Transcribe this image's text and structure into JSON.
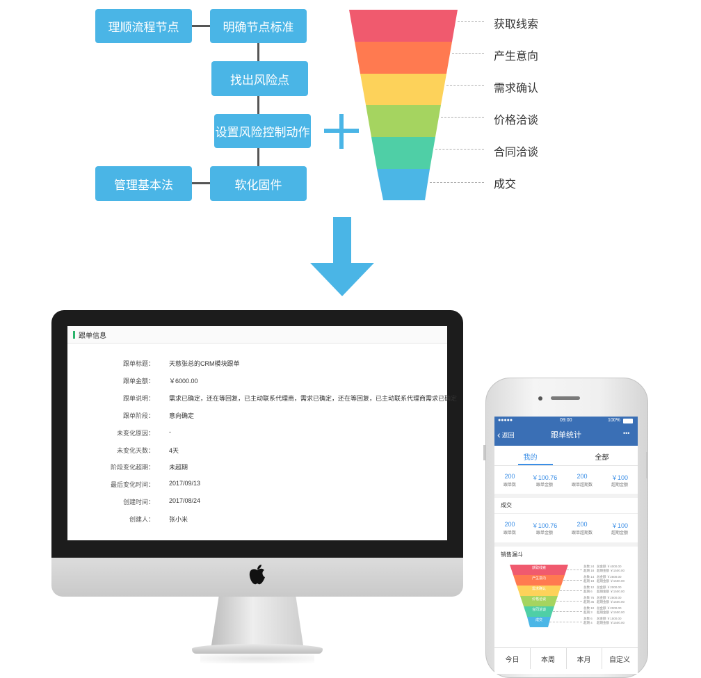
{
  "flow": {
    "nodes": [
      {
        "id": "n1",
        "label": "理顺流程节点"
      },
      {
        "id": "n2",
        "label": "明确节点标准"
      },
      {
        "id": "n3",
        "label": "找出风险点"
      },
      {
        "id": "n4",
        "label": "设置风险控制动作"
      },
      {
        "id": "n5",
        "label": "软化固件"
      },
      {
        "id": "n6",
        "label": "管理基本法"
      }
    ],
    "plus": "+"
  },
  "funnel": {
    "stages": [
      {
        "label": "获取线索",
        "color": "#f05a6e"
      },
      {
        "label": "产生意向",
        "color": "#ff7a50"
      },
      {
        "label": "需求确认",
        "color": "#fdd25a"
      },
      {
        "label": "价格洽谈",
        "color": "#a5d460"
      },
      {
        "label": "合同洽谈",
        "color": "#4fcfa6"
      },
      {
        "label": "成交",
        "color": "#4bb6e6"
      }
    ]
  },
  "colors": {
    "accent": "#4ab5e6",
    "arrow": "#4ab5e6",
    "nav": "#3a6fb5",
    "link": "#3a8ee6"
  },
  "monitor": {
    "section_title": "跟单信息",
    "rows": [
      {
        "label": "跟单标题：",
        "value": "天慈张总的CRM模块跟单"
      },
      {
        "label": "跟单金额：",
        "value": "￥6000.00"
      },
      {
        "label": "跟单说明：",
        "value": "需求已确定，还在等回复，已主动联系代理商，需求已确定，还在等回复，已主动联系代理商需求已确定"
      },
      {
        "label": "跟单阶段：",
        "value": "意向确定"
      },
      {
        "label": "未变化原因：",
        "value": "-"
      },
      {
        "label": "未变化天数：",
        "value": "4天"
      },
      {
        "label": "阶段变化超期：",
        "value": "未超期"
      },
      {
        "label": "最后变化时间：",
        "value": "2017/09/13"
      },
      {
        "label": "创建时间：",
        "value": "2017/08/24"
      },
      {
        "label": "创建人：",
        "value": "张小米"
      }
    ],
    "logo_icon": "apple-logo-icon"
  },
  "phone": {
    "status": {
      "signal": "●●●●●",
      "time": "09:00",
      "battery": "100%"
    },
    "nav": {
      "back": "返回",
      "title": "跟单统计",
      "more": "•••"
    },
    "tabs": [
      {
        "label": "我的",
        "active": true
      },
      {
        "label": "全部",
        "active": false
      }
    ],
    "stats_mine": [
      {
        "value": "200",
        "caption": "跟单数"
      },
      {
        "value": "￥100.76",
        "caption": "跟单金额"
      },
      {
        "value": "200",
        "caption": "跟单超期数"
      },
      {
        "value": "￥100",
        "caption": "超期金额"
      }
    ],
    "deal_title": "成交",
    "stats_deal": [
      {
        "value": "200",
        "caption": "跟单数"
      },
      {
        "value": "￥100.76",
        "caption": "跟单金额"
      },
      {
        "value": "200",
        "caption": "跟单超期数"
      },
      {
        "value": "￥100",
        "caption": "超期金额"
      }
    ],
    "funnel_title": "销售漏斗",
    "mini_funnel": [
      {
        "label": "获取线索",
        "l1": "总数 24",
        "l2": "超期 18",
        "r1": "总金额 ￥4000.00",
        "r2": "超期金额 ￥1500.00"
      },
      {
        "label": "产生意向",
        "l1": "总数 14",
        "l2": "超期 18",
        "r1": "总金额 ￥2500.00",
        "r2": "超期金额 ￥1500.00"
      },
      {
        "label": "需求确认",
        "l1": "总数 12",
        "l2": "超期 6",
        "r1": "总金额 ￥2000.00",
        "r2": "超期金额 ￥1500.00"
      },
      {
        "label": "价格洽谈",
        "l1": "总数 76",
        "l2": "超期 35",
        "r1": "总金额 ￥2500.00",
        "r2": "超期金额 ￥1500.00"
      },
      {
        "label": "合同洽谈",
        "l1": "总数 10",
        "l2": "超期 3",
        "r1": "总金额 ￥2000.00",
        "r2": "超期金额 ￥1500.00"
      },
      {
        "label": "成交",
        "l1": "总数 6",
        "l2": "超期 4",
        "r1": "总金额 ￥1500.00",
        "r2": "超期金额 ￥1500.00"
      }
    ],
    "bottom_tabs": [
      "今日",
      "本周",
      "本月",
      "自定义"
    ]
  }
}
